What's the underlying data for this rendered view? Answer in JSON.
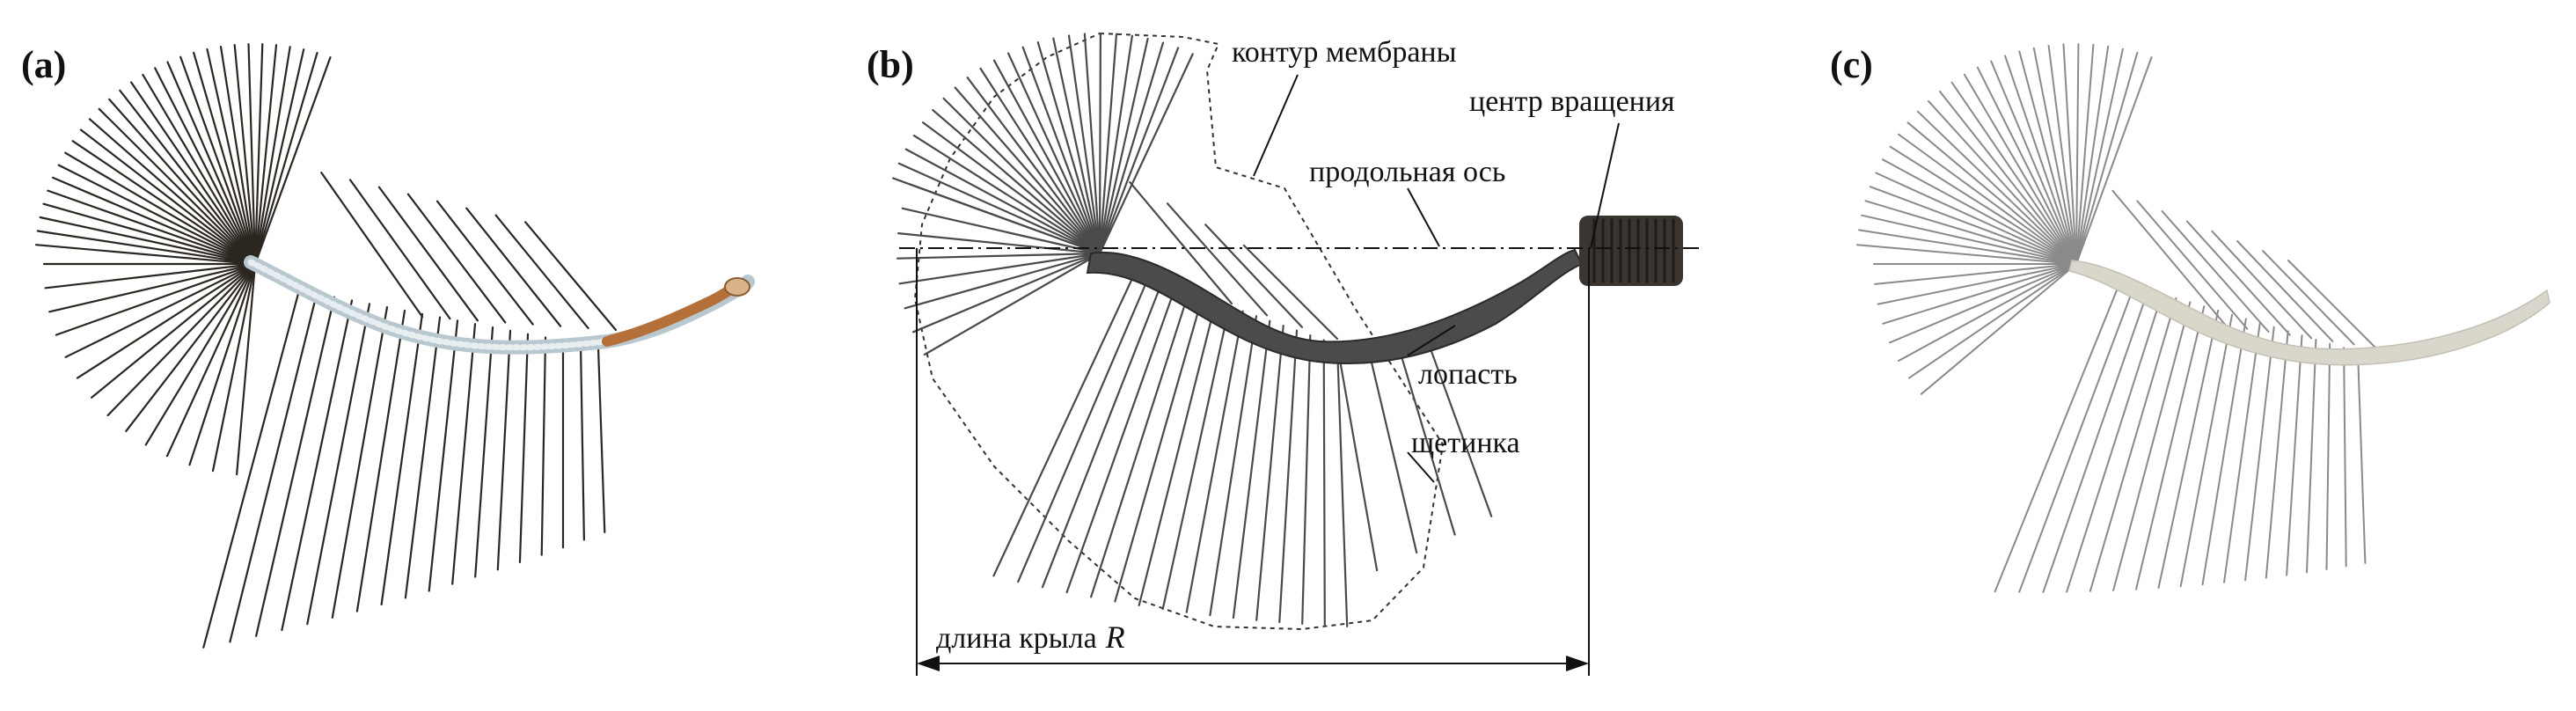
{
  "panels": [
    {
      "id": "a",
      "label": "(a)"
    },
    {
      "id": "b",
      "label": "(b)"
    },
    {
      "id": "c",
      "label": "(c)"
    }
  ],
  "annotations": {
    "membrane_contour": "контур мембраны",
    "rotation_center": "центр вращения",
    "longitudinal_axis": "продольная ось",
    "blade": "лопасть",
    "bristle": "щетинка",
    "wing_length_prefix": "длина крыла",
    "wing_length_symbol": "R"
  },
  "colors": {
    "bristle_dark": "#2b2620",
    "bristle_gray": "#4a4a4a",
    "bristle_light": "#8a8a8a",
    "insect_body": "#c88a4a",
    "blade_metal": "#4b4b4b",
    "bolt": "#3a3530",
    "model_blade": "#d9d6cc"
  }
}
